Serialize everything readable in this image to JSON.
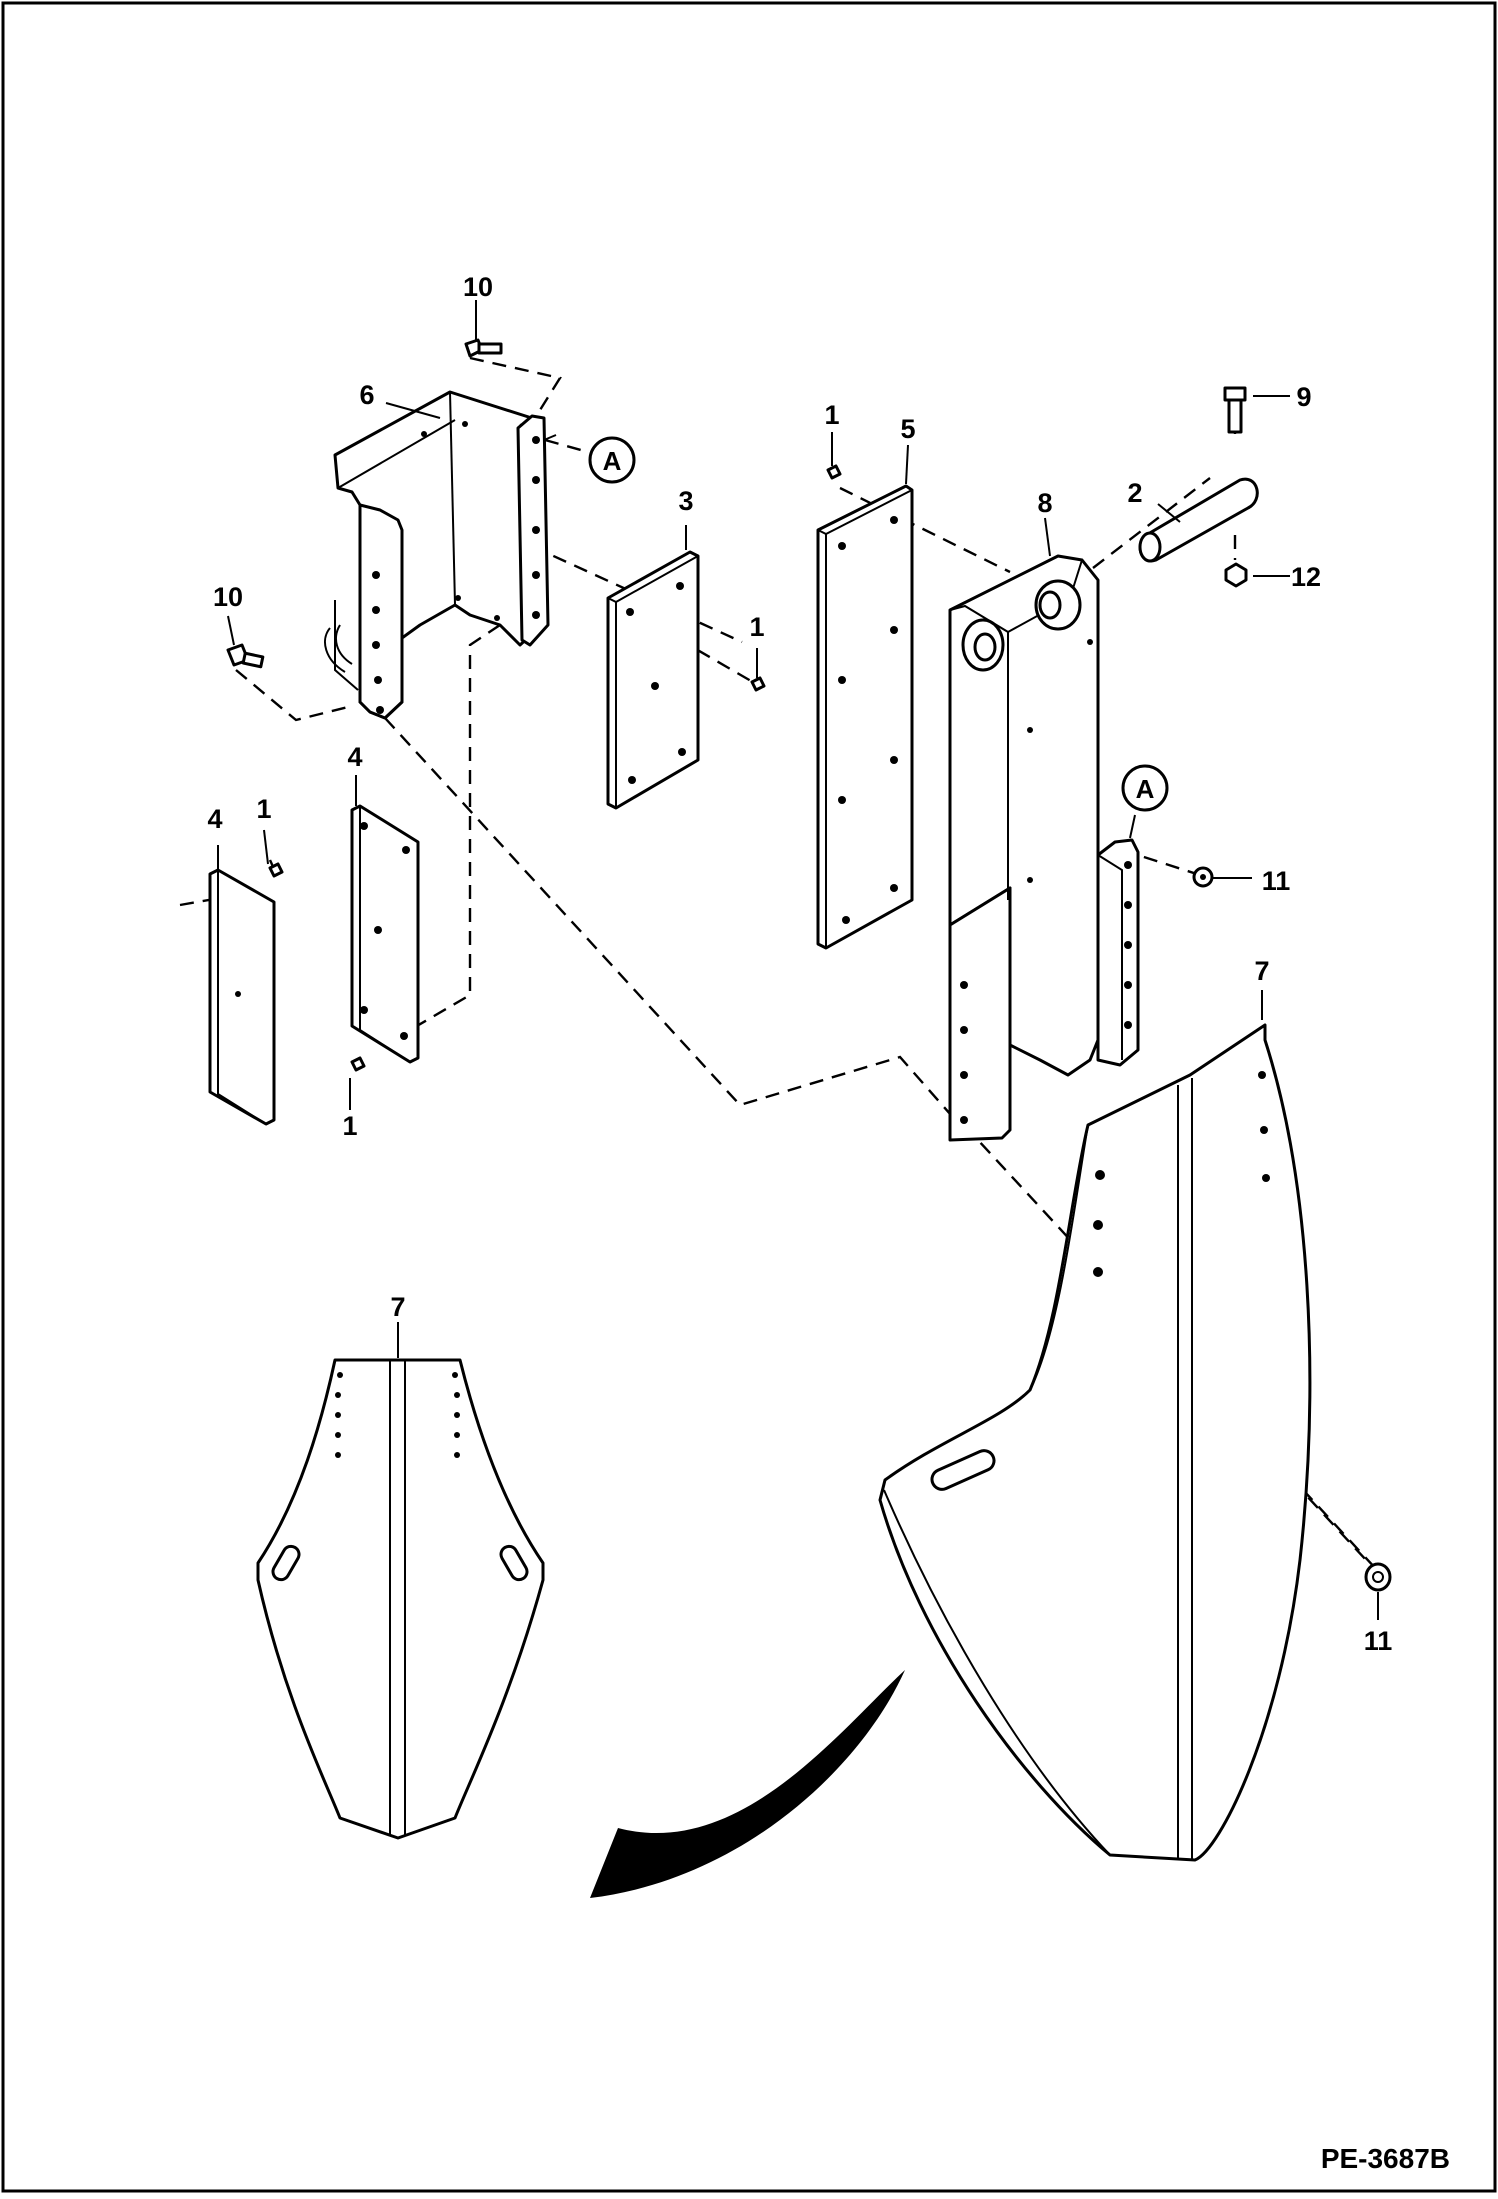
{
  "diagram": {
    "drawing_id": "PE-3687B",
    "callout_labels": {
      "bolt_top_left": "10",
      "bolt_left": "10",
      "bracket": "6",
      "plate_3": "3",
      "screw_plate3": "1",
      "plate4_left": "4",
      "plate4_mid": "4",
      "screw_plate4_left": "1",
      "screw_plate4_bottom": "1",
      "screw_plate5": "1",
      "plate_5": "5",
      "arm": "8",
      "pin": "2",
      "bolt_pin": "9",
      "nut_pin": "12",
      "nut_arm": "11",
      "nut_bottom": "11",
      "mud_flap_front": "7",
      "mud_flap_side": "7"
    },
    "reference_mark": "A"
  }
}
